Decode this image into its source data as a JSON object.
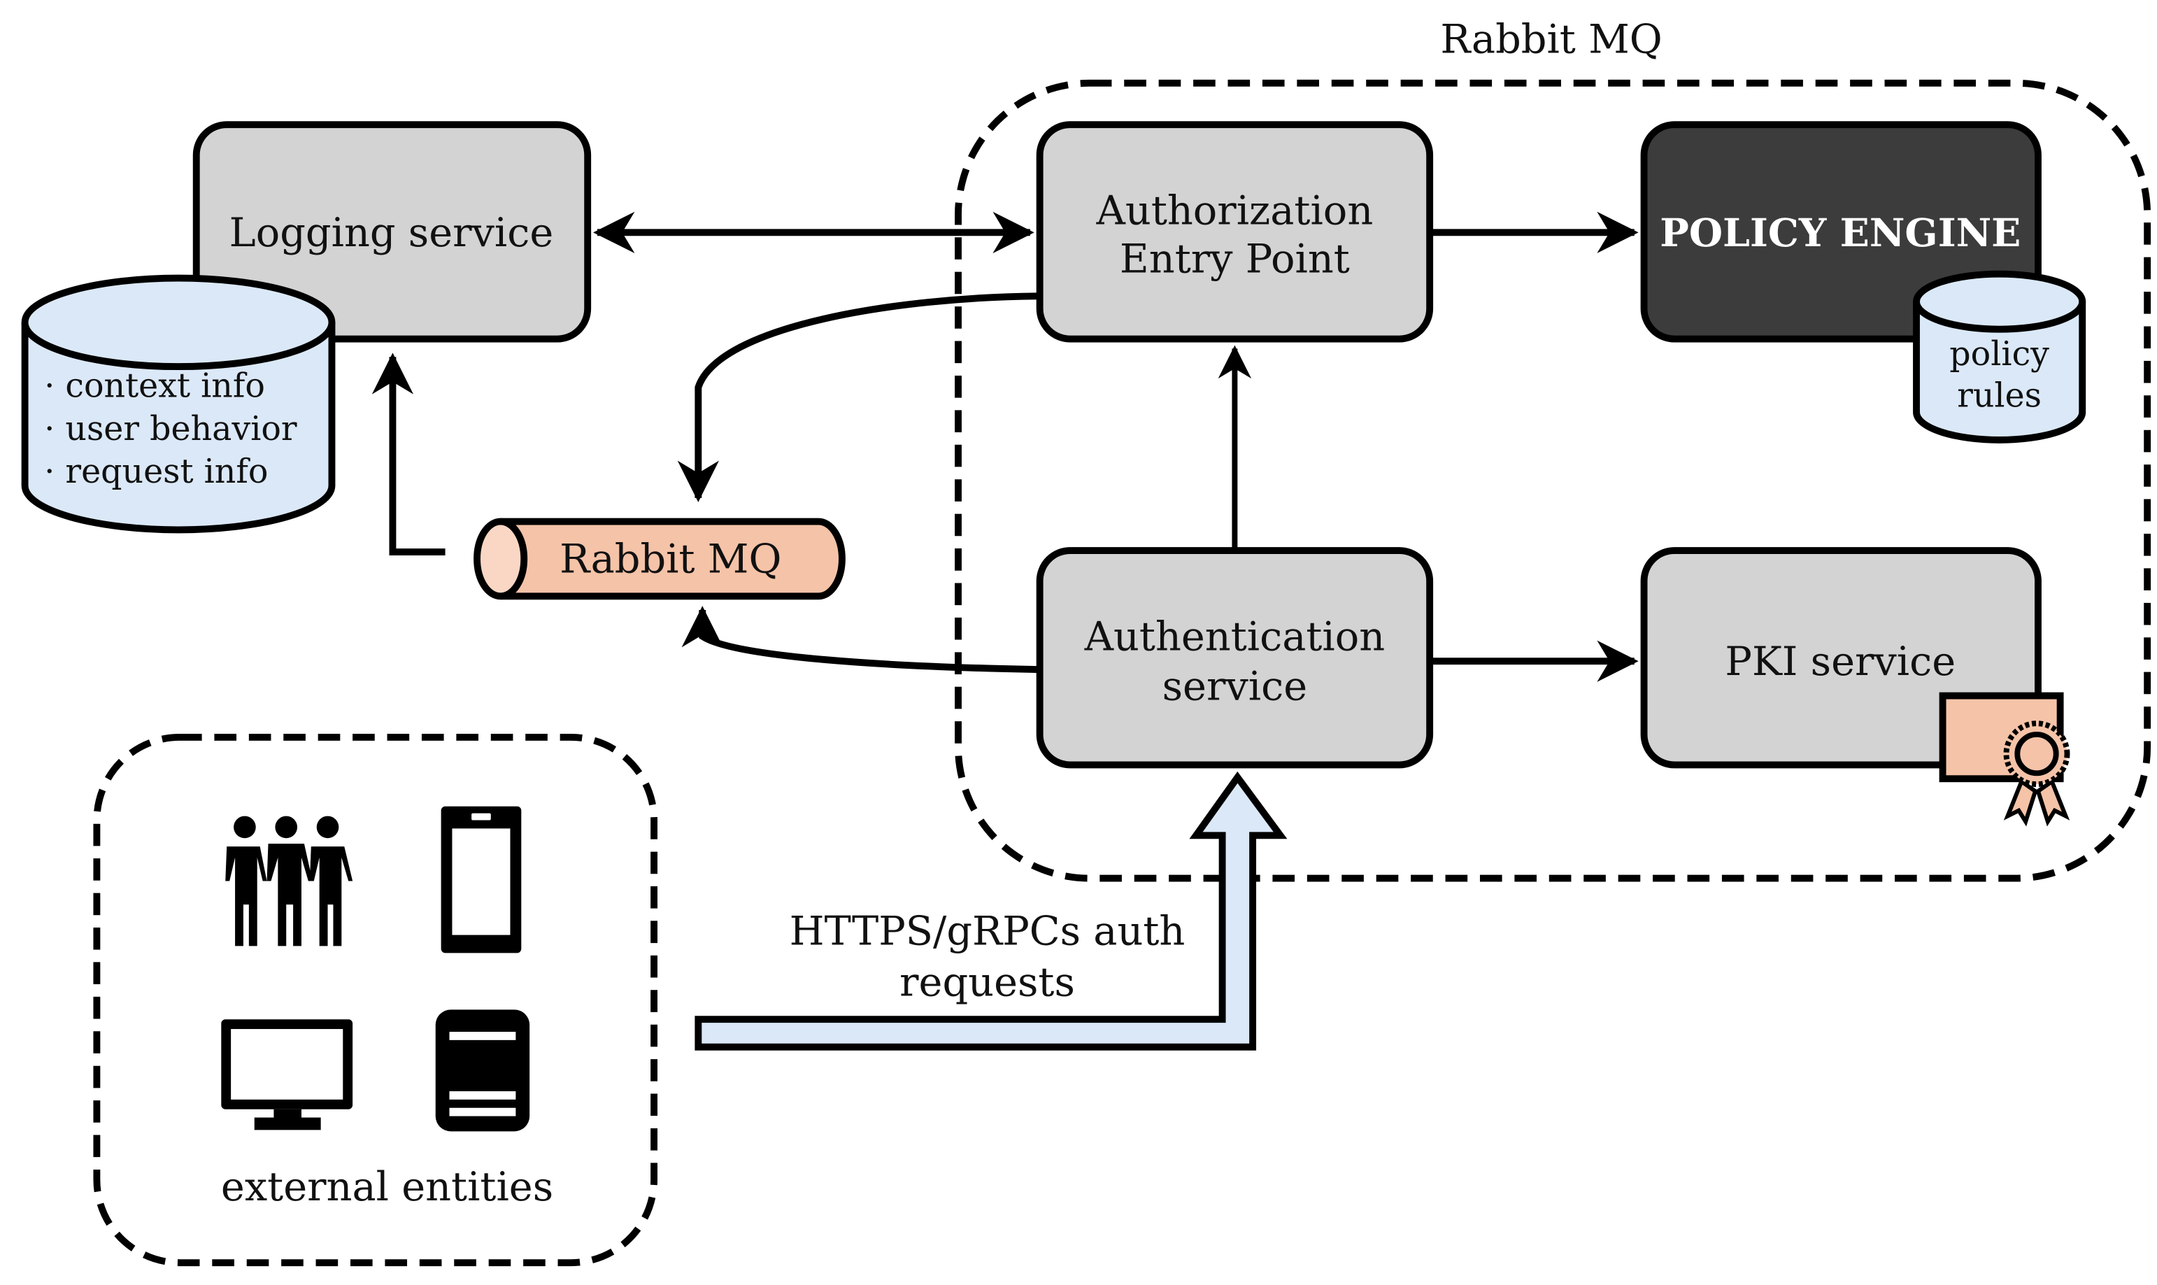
{
  "colors": {
    "service_box": "#d3d3d3",
    "policy_engine": "#3c3c3c",
    "datastore": "#dbe8f7",
    "queue": "#f5c3a8",
    "certificate": "#f5c3a8",
    "outline": "#000000",
    "background": "#ffffff"
  },
  "group_rabbitmq": {
    "label": "Rabbit MQ"
  },
  "nodes": {
    "logging_service": {
      "label": "Logging service"
    },
    "log_store": {
      "items": [
        "· context info",
        "· user behavior",
        "· request info"
      ]
    },
    "rabbitmq_queue": {
      "label": "Rabbit MQ"
    },
    "authorization_entry_point": {
      "line1": "Authorization",
      "line2": "Entry Point"
    },
    "policy_engine": {
      "label": "POLICY ENGINE"
    },
    "policy_rules": {
      "line1": "policy",
      "line2": "rules"
    },
    "authentication_service": {
      "line1": "Authentication",
      "line2": "service"
    },
    "pki_service": {
      "label": "PKI service"
    }
  },
  "external_entities": {
    "label": "external entities",
    "icons": [
      "users-icon",
      "smartphone-icon",
      "monitor-icon",
      "server-icon"
    ]
  },
  "edges": [
    {
      "from": "logging_service",
      "to": "authorization_entry_point",
      "direction": "bidirectional"
    },
    {
      "from": "authorization_entry_point",
      "to": "policy_engine",
      "direction": "forward"
    },
    {
      "from": "authentication_service",
      "to": "authorization_entry_point",
      "direction": "forward"
    },
    {
      "from": "authentication_service",
      "to": "pki_service",
      "direction": "forward"
    },
    {
      "from": "authorization_entry_point",
      "to": "rabbitmq_queue",
      "direction": "forward"
    },
    {
      "from": "authentication_service",
      "to": "rabbitmq_queue",
      "direction": "forward"
    },
    {
      "from": "rabbitmq_queue",
      "to": "logging_service",
      "direction": "forward"
    },
    {
      "from": "external_entities",
      "to": "authentication_service",
      "direction": "forward",
      "label": "HTTPS/gRPCs auth requests"
    }
  ],
  "request_arrow": {
    "line1": "HTTPS/gRPCs auth",
    "line2": "requests"
  }
}
